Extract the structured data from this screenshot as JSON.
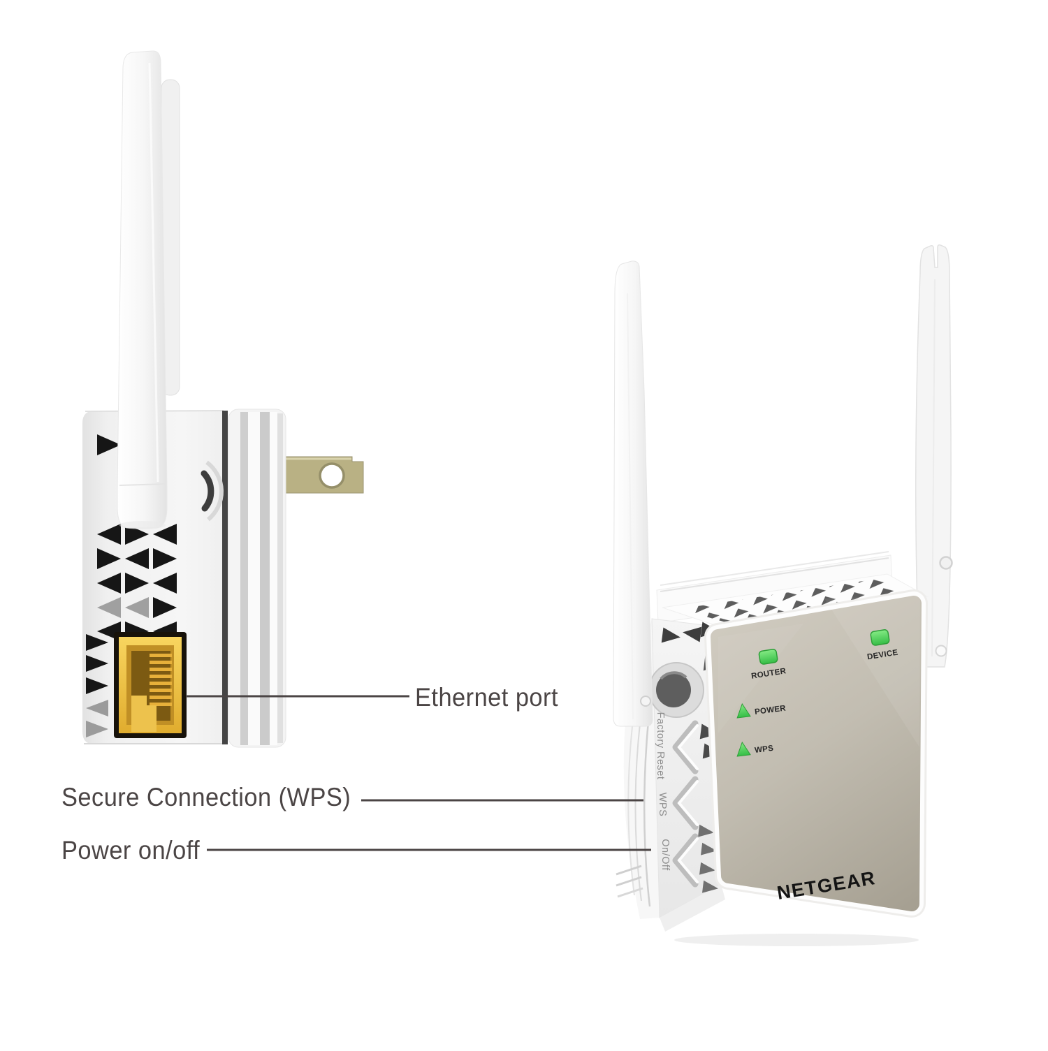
{
  "callouts": {
    "ethernet_port": {
      "label": "Ethernet port"
    },
    "secure_connection_wps": {
      "label": "Secure Connection (WPS)"
    },
    "power_on_off": {
      "label": "Power on/off"
    }
  },
  "extender_front_view": {
    "brand": "NETGEAR",
    "leds": {
      "router": "ROUTER",
      "device": "DEVICE",
      "power": "POWER",
      "wps": "WPS"
    },
    "side_controls": {
      "factory_reset": "Factory Reset",
      "wps": "WPS",
      "on_off": "On/Off"
    }
  },
  "colors": {
    "led_green": "#4ecb5c",
    "ethernet_yellow": "#eec04a",
    "plug_brass": "#b9b184",
    "front_panel_beige": "#bfb9ad",
    "annotation_text": "#4b4545"
  }
}
